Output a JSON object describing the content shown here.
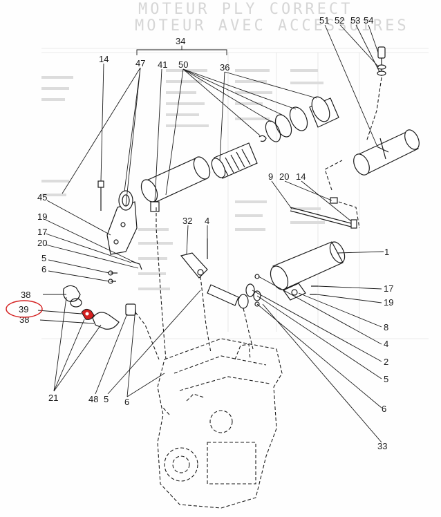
{
  "ghost_header": {
    "line1": "MOTEUR PLY CORRECT",
    "line2": "MOTEUR AVEC ACCESSOIRES"
  },
  "highlight": {
    "label": "39",
    "color": "#d42020"
  },
  "callouts": {
    "c34": "34",
    "c14_top": "14",
    "c47": "47",
    "c41": "41",
    "c50": "50",
    "c36": "36",
    "c51": "51",
    "c52": "52",
    "c53": "53",
    "c54": "54",
    "c9": "9",
    "c20_right": "20",
    "c14_right": "14",
    "c45": "45",
    "c19_left": "19",
    "c17_left": "17",
    "c20_left": "20",
    "c5_left": "5",
    "c6_left": "6",
    "c32": "32",
    "c4_mid": "4",
    "c1": "1",
    "c17_right": "17",
    "c19_right": "19",
    "c38_top": "38",
    "c38_bottom": "38",
    "c8": "8",
    "c4_right": "4",
    "c2": "2",
    "c5_right": "5",
    "c6_right": "6",
    "c21": "21",
    "c48": "48",
    "c5_bottom": "5",
    "c6_bottom": "6",
    "c33": "33"
  }
}
